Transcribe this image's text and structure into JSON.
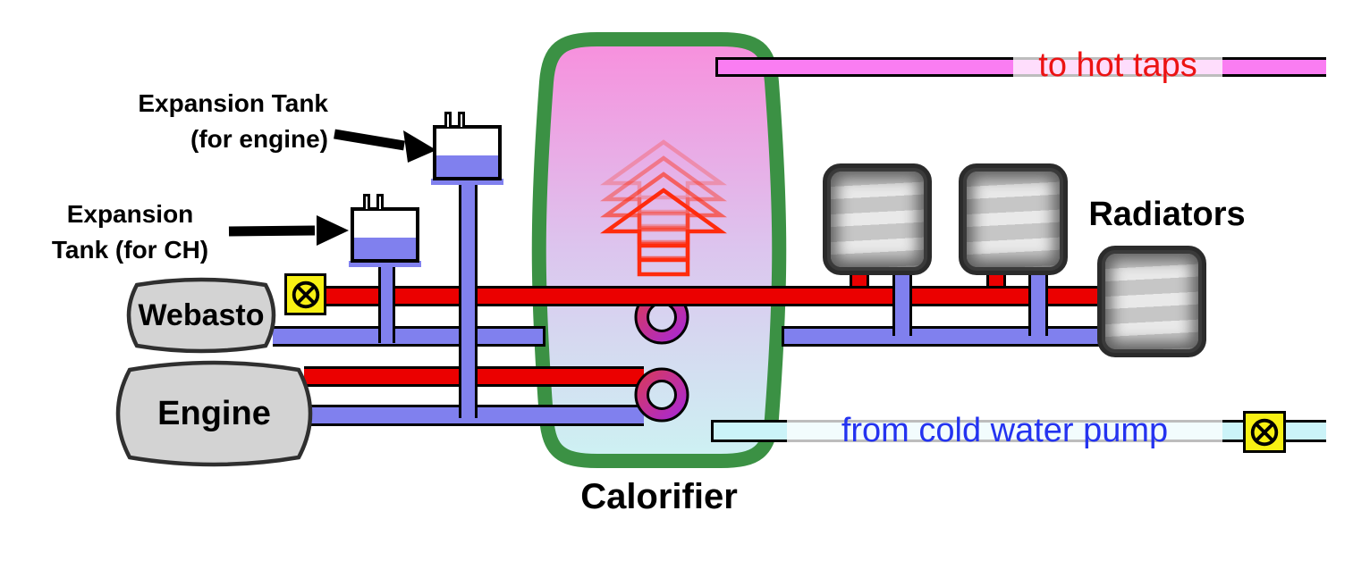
{
  "diagram": {
    "title_hint": "Boat calorifier heating system schematic",
    "labels": {
      "expansion_tank_engine_line1": "Expansion Tank",
      "expansion_tank_engine_line2": "(for engine)",
      "expansion_tank_ch_line1": "Expansion",
      "expansion_tank_ch_line2": "Tank (for CH)",
      "webasto": "Webasto",
      "engine": "Engine",
      "calorifier": "Calorifier",
      "radiators": "Radiators",
      "to_hot_taps": "to hot taps",
      "from_cold_water_pump": "from cold water pump"
    },
    "icons": {
      "webasto_valve": "circle-x-valve",
      "cold_water_valve": "circle-x-valve",
      "heat_arrows": "rising-heat-arrows",
      "ch_coil": "heating-coil-loop",
      "engine_coil": "heating-coil-loop"
    },
    "colors": {
      "hot_supply_pipe": "#EB0000",
      "return_pipe": "#8080EE",
      "hot_tap_pipe": "#FA7DF2",
      "cold_water_pipe": "#CBF3F8",
      "calorifier_border": "#3B9144",
      "calorifier_gradient_top": "#F88FDD",
      "calorifier_gradient_bottom": "#CDF2F3",
      "valve_fill": "#F7F013",
      "machine_fill": "#D3D3D3",
      "radiator_fill": "#C9C9C9",
      "heat_arrow": "#FF2B0D",
      "coil_gradient_start": "#D63864",
      "coil_gradient_end": "#AB29CF",
      "hot_tap_text": "#EC1313",
      "cold_water_text": "#2433F0"
    }
  }
}
